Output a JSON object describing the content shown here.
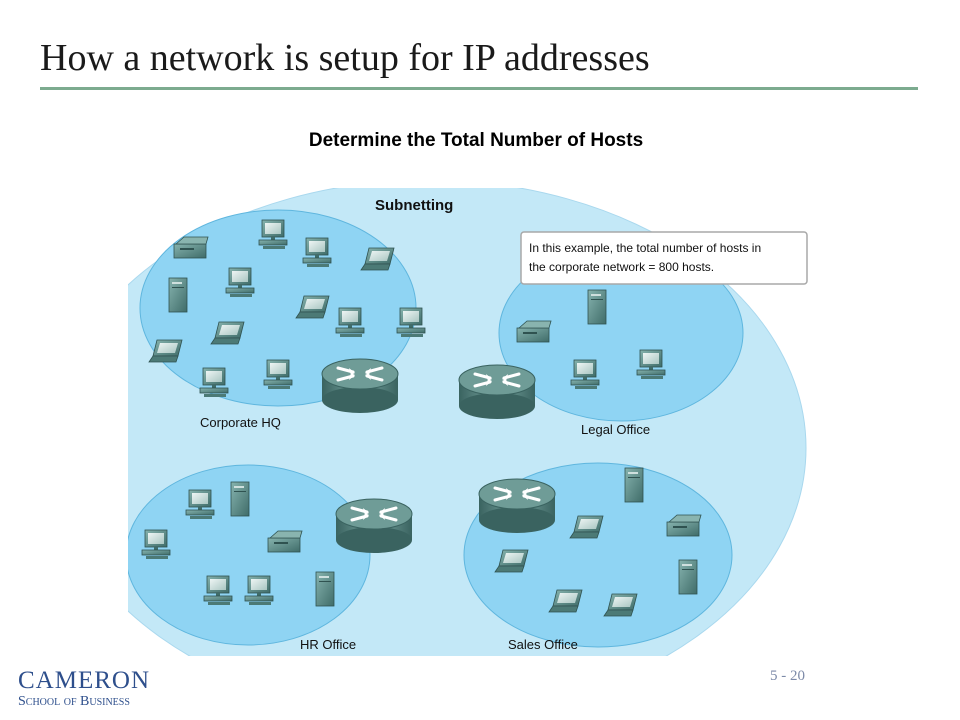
{
  "slide": {
    "title": "How a network is setup for IP addresses",
    "subtitle": "Determine the Total Number of Hosts",
    "page_number": "5 - 20"
  },
  "diagram": {
    "header": "Subnetting",
    "callout_line1": "In this example, the total number of hosts in",
    "callout_line2": "the corporate network = 800 hosts.",
    "zones": {
      "corporate": "Corporate HQ",
      "legal": "Legal Office",
      "hr": "HR Office",
      "sales": "Sales Office"
    }
  },
  "branding": {
    "name": "CAMERON",
    "sub": "School of Business"
  },
  "colors": {
    "outer_zone": "#c3e8f7",
    "inner_zone": "#8fd4f3",
    "device": "#5e8f8b",
    "title_rule": "#7cab8f",
    "brand": "#2e4f8c"
  }
}
